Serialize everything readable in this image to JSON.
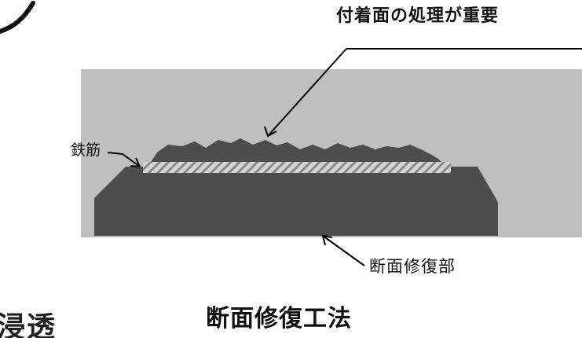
{
  "labels": {
    "surface_treatment": "付着面の処理が重要",
    "rebar": "鉄筋",
    "repair_part": "断面修復部",
    "method_title": "断面修復工法",
    "cut_off_left_text": "浸透"
  },
  "colors": {
    "concrete": "#bfbfbf",
    "repair_material": "#4d4d4d",
    "rebar_hatch_light": "#d4d4d4",
    "rebar_hatch_dark": "#8a8a8a",
    "text": "#111111",
    "lines": "#000000"
  },
  "icons": {
    "top_left_fragment": "curved-stroke-fragment"
  }
}
